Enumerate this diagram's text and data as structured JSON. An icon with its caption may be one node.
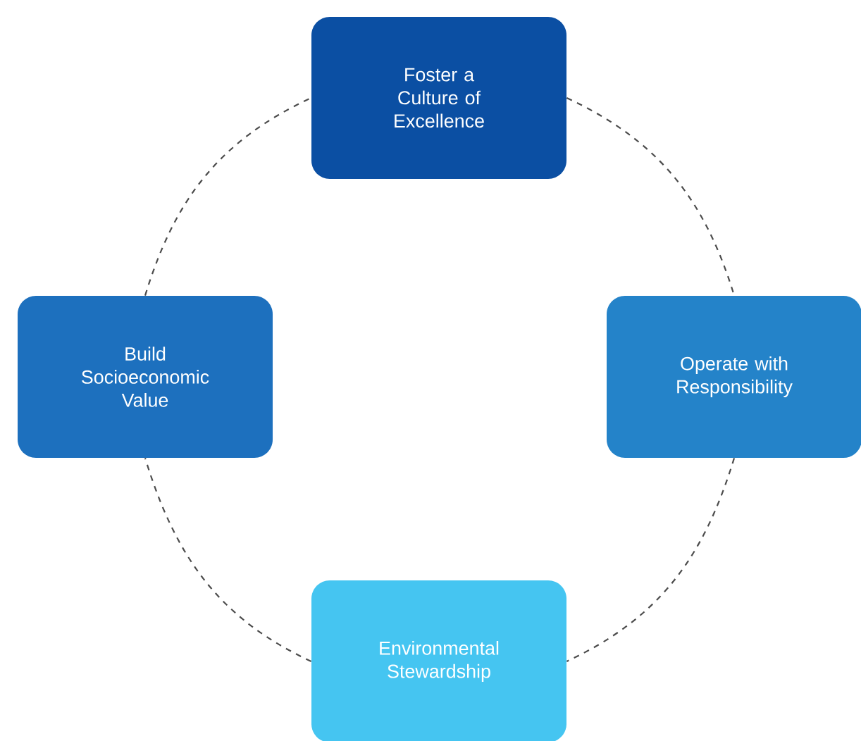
{
  "diagram": {
    "nodes": [
      {
        "text": [
          "Foster a Culture of Excellence"
        ]
      },
      {
        "text": [
          "Build Socioeconomic Value"
        ]
      },
      {
        "text": [
          "Operate with Responsibility"
        ]
      },
      {
        "text": [
          "Environmental Stewardship"
        ]
      }
    ],
    "edges": [
      {
        "from": 0,
        "to": 2,
        "arrow": "none",
        "style": "dashed"
      },
      {
        "from": 2,
        "to": 3,
        "arrow": "none",
        "style": "dashed"
      },
      {
        "from": 3,
        "to": 1,
        "arrow": "none",
        "style": "dashed"
      },
      {
        "from": 1,
        "to": 0,
        "arrow": "none",
        "style": "dashed"
      }
    ]
  }
}
